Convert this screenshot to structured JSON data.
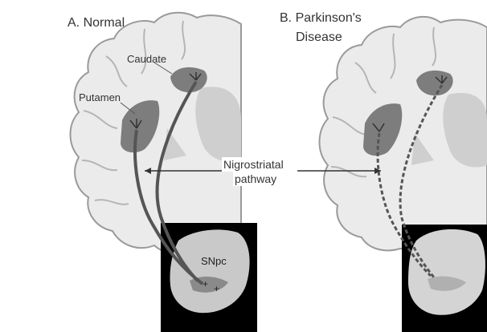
{
  "panel_a": {
    "title": "A. Normal",
    "caudate_label": "Caudate",
    "putamen_label": "Putamen",
    "snpc_label": "SNpc"
  },
  "panel_b": {
    "title_line1": "B. Parkinson's",
    "title_line2": "Disease"
  },
  "pathway": {
    "line1": "Nigrostriatal",
    "line2": "pathway"
  },
  "colors": {
    "brain": "#ebebeb",
    "brain_outline": "#9a9a9a",
    "structure": "#7d7d7d",
    "light_structure": "#cfcfcf",
    "pathway_line": "#555555",
    "inset_bg": "#000000"
  }
}
